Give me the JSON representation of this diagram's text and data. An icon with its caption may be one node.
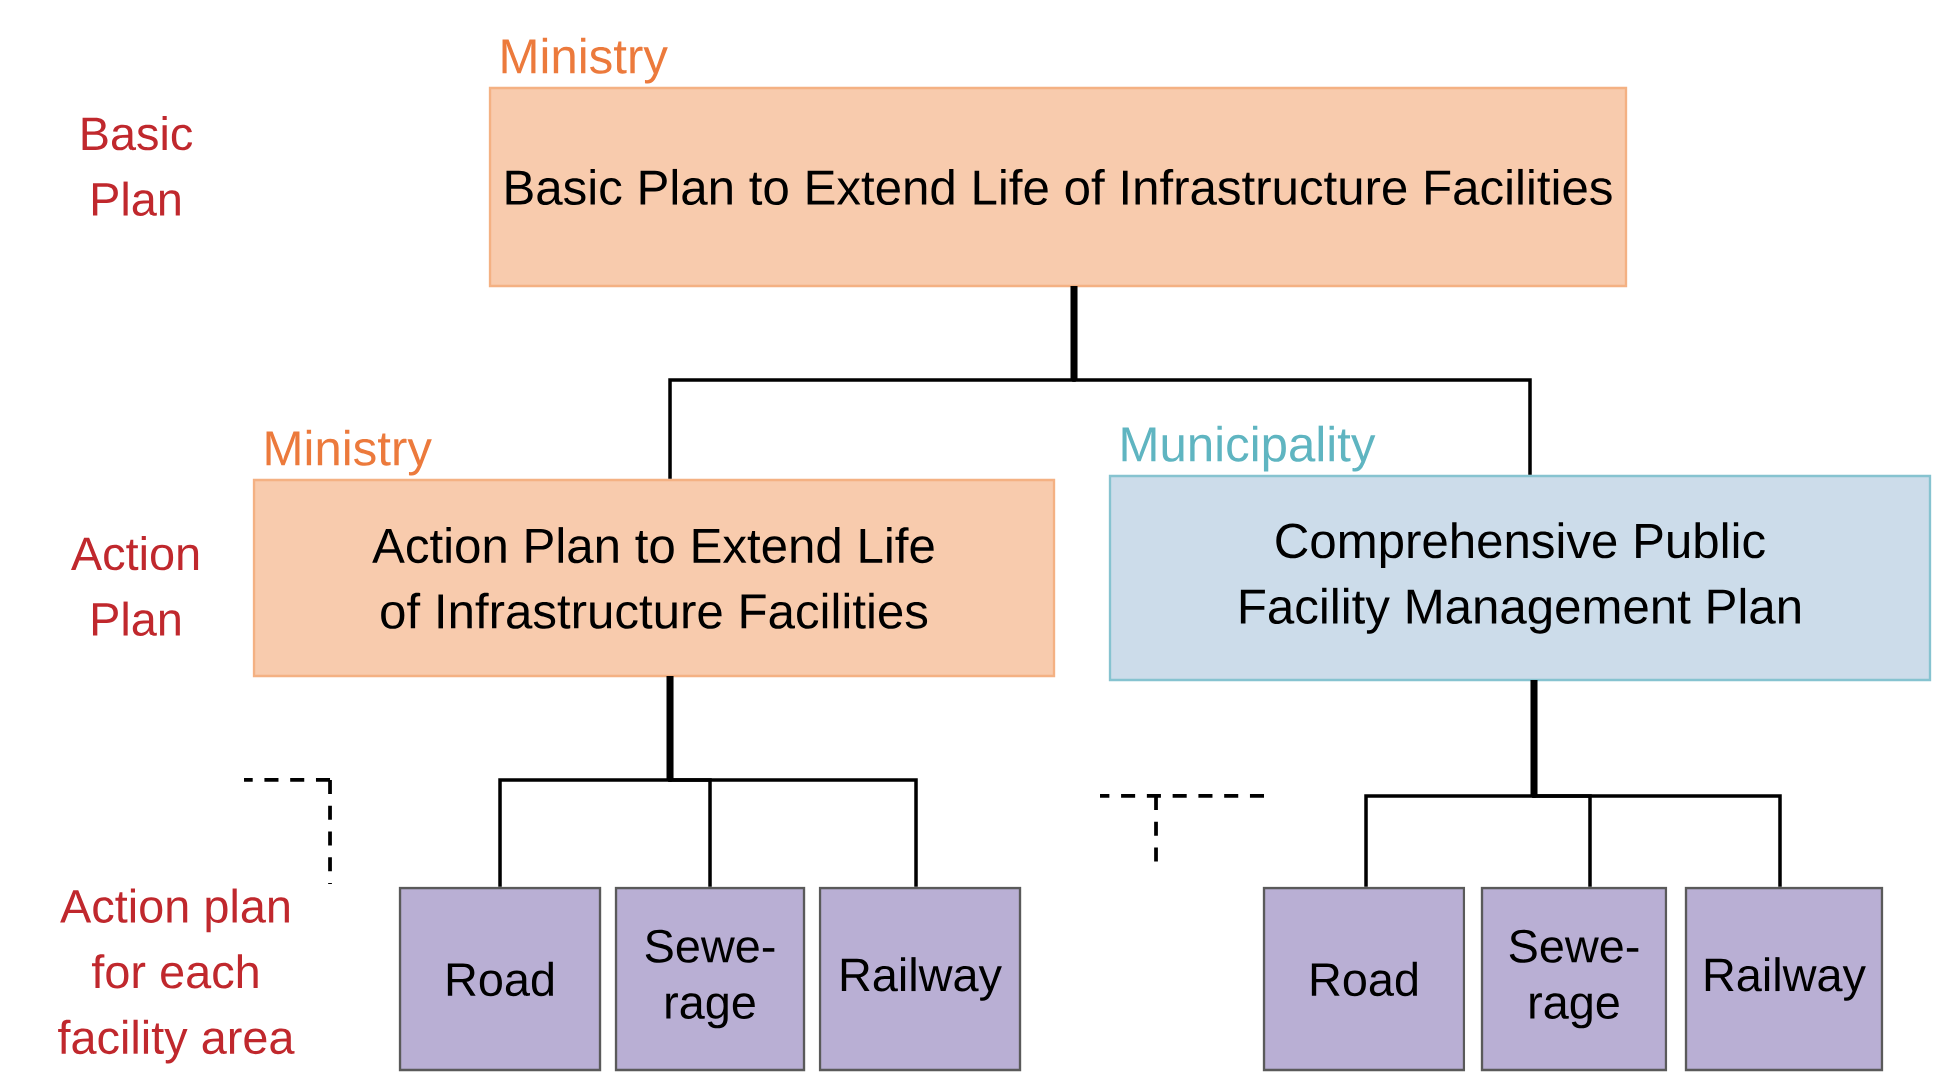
{
  "diagram": {
    "nodes": [
      {
        "text": [
          "Ministry",
          "Basic Plan to Extend Life of Infrastructure Facilities"
        ]
      },
      {
        "text": [
          "Ministry",
          "Action Plan to Extend Life of Infrastructure Facilities"
        ]
      },
      {
        "text": [
          "Municipality",
          "Comprehensive Public Facility Management Plan"
        ]
      },
      {
        "text": [
          "Road"
        ]
      },
      {
        "text": [
          "Sewe- rage"
        ]
      },
      {
        "text": [
          "Railway"
        ]
      },
      {
        "text": [
          "Road"
        ]
      },
      {
        "text": [
          "Sewe- rage"
        ]
      },
      {
        "text": [
          "Railway"
        ]
      }
    ],
    "edges": [
      {
        "from": 0,
        "to": 1,
        "arrow": "none"
      },
      {
        "from": 0,
        "to": 2,
        "arrow": "none"
      },
      {
        "from": 1,
        "to": 3,
        "arrow": "none"
      },
      {
        "from": 1,
        "to": 4,
        "arrow": "none"
      },
      {
        "from": 1,
        "to": 5,
        "arrow": "none"
      },
      {
        "from": 2,
        "to": 6,
        "arrow": "none"
      },
      {
        "from": 2,
        "to": 7,
        "arrow": "none"
      },
      {
        "from": 2,
        "to": 8,
        "arrow": "none"
      }
    ],
    "labels": [
      "Basic Plan",
      "Action Plan",
      "Action plan for each facility area"
    ]
  }
}
